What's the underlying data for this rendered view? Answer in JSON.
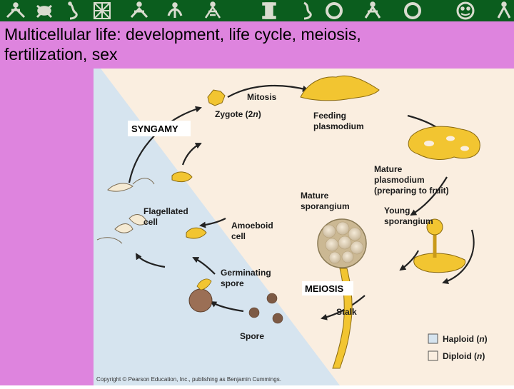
{
  "banner": {
    "icons": [
      "figure-icon",
      "frog-icon",
      "scroll-icon",
      "grid-icon",
      "figure-icon",
      "figure-icon",
      "figure-icon",
      "column-icon",
      "scroll-icon",
      "ring-icon",
      "figure-icon",
      "ring-icon",
      "face-icon",
      "figure-icon"
    ]
  },
  "slide": {
    "title_line1": "Multicellular life:  development, life cycle, meiosis,",
    "title_line2": "fertilization, sex"
  },
  "diagram": {
    "mitosis": "Mitosis",
    "zygote_main": "Zygote (2",
    "zygote_italic": "n",
    "zygote_close": ")",
    "syngamy": "SYNGAMY",
    "feeding_line1": "Feeding",
    "feeding_line2": "plasmodium",
    "mature_plasmodium_line1": "Mature",
    "mature_plasmodium_line2": "plasmodium",
    "mature_plasmodium_line3": "(preparing to fruit)",
    "mature_sporangium_line1": "Mature",
    "mature_sporangium_line2": "sporangium",
    "young_sporangium_line1": "Young",
    "young_sporangium_line2": "sporangium",
    "flagellated_line1": "Flagellated",
    "flagellated_line2": "cell",
    "amoeboid_line1": "Amoeboid",
    "amoeboid_line2": "cell",
    "germinating_line1": "Germinating",
    "germinating_line2": "spore",
    "meiosis": "MEIOSIS",
    "stalk": "Stalk",
    "spore": "Spore",
    "legend_haploid_main": "Haploid (",
    "legend_haploid_italic": "n",
    "legend_haploid_close": ")",
    "legend_diploid_main": "Diploid (",
    "legend_diploid_italic": "n",
    "legend_diploid_close": ")",
    "copyright": "Copyright © Pearson Education, Inc., publishing as Benjamin Cummings."
  },
  "colors": {
    "banner": "#0b5d1e",
    "title_background": "#de84de",
    "haploid_region": "#d6e4ef",
    "diploid_region": "#faeee0",
    "plasmodium": "#f2c531",
    "arrow": "#222222"
  }
}
